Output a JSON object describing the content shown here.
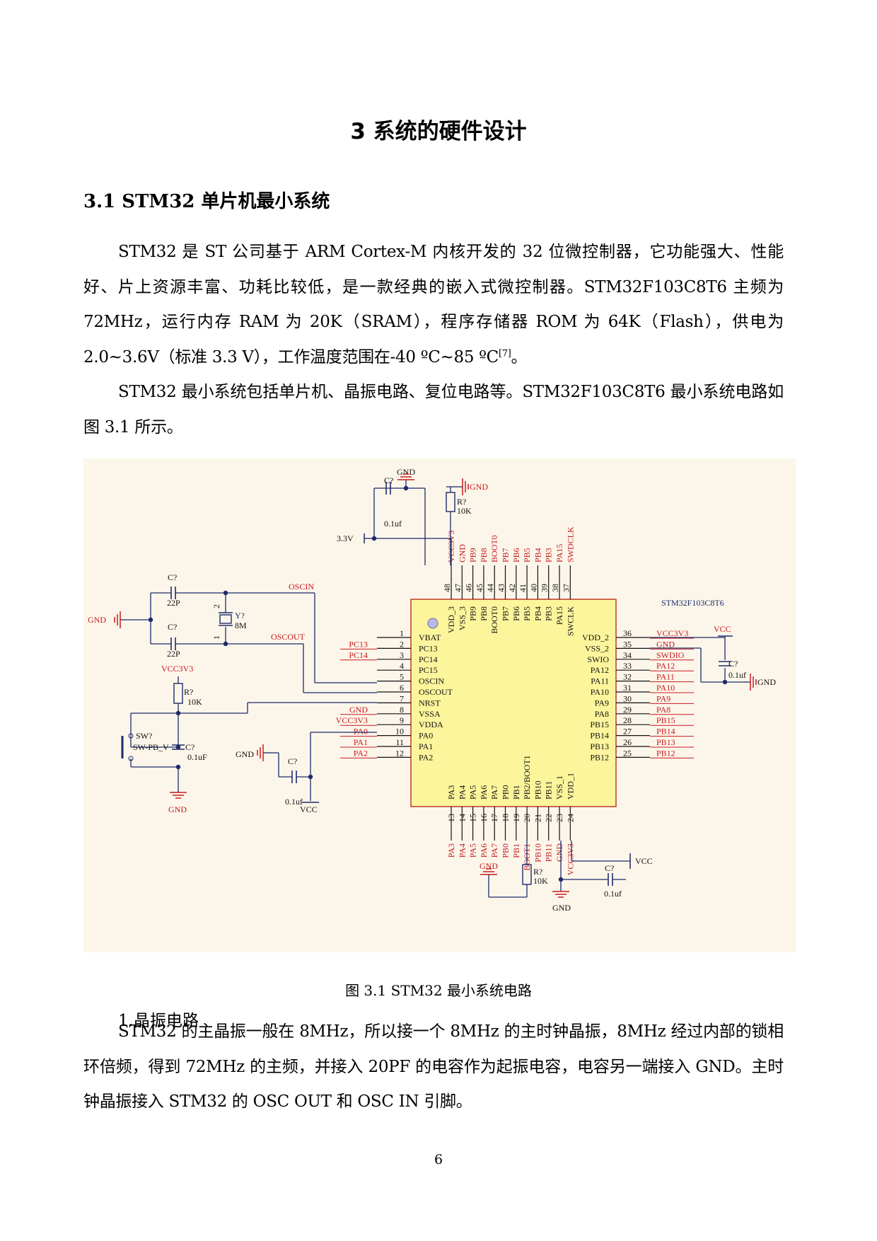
{
  "chapter_title": "3 系统的硬件设计",
  "section_title": "3.1 STM32 单片机最小系统",
  "para1_line1": "STM32 是 ST 公司基于 ARM Cortex-M 内核开发的 32 位微控制器，它功能强大、性能好、片上资源丰富、功耗比较低，是一款经典的嵌入式微控制器。STM32F103C8T6 主频为72MHz，运行内存 RAM 为 20K（SRAM），程序存储器 ROM 为 64K（Flash），供电为 2.0~3.6V（标准 3.3 V），工作温度范围在-40 ºC~85 ºC",
  "para1_cite": "[7]",
  "para1_end": "。",
  "para2": "STM32 最小系统包括单片机、晶振电路、复位电路等。STM32F103C8T6 最小系统电路如图 3.1 所示。",
  "caption": "图 3.1 STM32 最小系统电路",
  "subheading": "1.晶振电路",
  "para3": "STM32 的主晶振一般在 8MHz，所以接一个 8MHz 的主时钟晶振，8MHz 经过内部的锁相环倍频，得到 72MHz 的主频，并接入 20PF 的电容作为起振电容，电容另一端接入 GND。主时钟晶振接入 STM32 的 OSC OUT 和 OSC IN 引脚。",
  "page_number": "6",
  "schematic": {
    "chip_name": "STM32F103C8T6",
    "colors": {
      "background": "#fcf6ea",
      "chip_fill": "#fcf59c",
      "chip_border": "#c0392b",
      "net_label": "#c8191e",
      "wire": "#1d2a6b",
      "pin": "#111111"
    },
    "left_pins": [
      {
        "num": "1",
        "name": "VBAT",
        "net": ""
      },
      {
        "num": "2",
        "name": "PC13",
        "net": "PC13"
      },
      {
        "num": "3",
        "name": "PC14",
        "net": "PC14"
      },
      {
        "num": "4",
        "name": "PC15",
        "net": ""
      },
      {
        "num": "5",
        "name": "OSCIN",
        "net": ""
      },
      {
        "num": "6",
        "name": "OSCOUT",
        "net": ""
      },
      {
        "num": "7",
        "name": "NRST",
        "net": ""
      },
      {
        "num": "8",
        "name": "VSSA",
        "net": "GND"
      },
      {
        "num": "9",
        "name": "VDDA",
        "net": "VCC3V3"
      },
      {
        "num": "10",
        "name": "PA0",
        "net": "PA0"
      },
      {
        "num": "11",
        "name": "PA1",
        "net": "PA1"
      },
      {
        "num": "12",
        "name": "PA2",
        "net": "PA2"
      }
    ],
    "right_pins": [
      {
        "num": "36",
        "name": "VDD_2",
        "net": "VCC3V3"
      },
      {
        "num": "35",
        "name": "VSS_2",
        "net": "GND"
      },
      {
        "num": "34",
        "name": "SWIO",
        "net": "SWDIO"
      },
      {
        "num": "33",
        "name": "PA12",
        "net": "PA12"
      },
      {
        "num": "32",
        "name": "PA11",
        "net": "PA11"
      },
      {
        "num": "31",
        "name": "PA10",
        "net": "PA10"
      },
      {
        "num": "30",
        "name": "PA9",
        "net": "PA9"
      },
      {
        "num": "29",
        "name": "PA8",
        "net": "PA8"
      },
      {
        "num": "28",
        "name": "PB15",
        "net": "PB15"
      },
      {
        "num": "27",
        "name": "PB14",
        "net": "PB14"
      },
      {
        "num": "26",
        "name": "PB13",
        "net": "PB13"
      },
      {
        "num": "25",
        "name": "PB12",
        "net": "PB12"
      }
    ],
    "top_pins": [
      {
        "num": "48",
        "name": "VDD_3",
        "net": "VCC3V3"
      },
      {
        "num": "47",
        "name": "VSS_3",
        "net": "GND"
      },
      {
        "num": "46",
        "name": "PB9",
        "net": "PB9"
      },
      {
        "num": "45",
        "name": "PB8",
        "net": "PB8"
      },
      {
        "num": "44",
        "name": "BOOT0",
        "net": "BOOT0"
      },
      {
        "num": "43",
        "name": "PB7",
        "net": "PB7"
      },
      {
        "num": "42",
        "name": "PB6",
        "net": "PB6"
      },
      {
        "num": "41",
        "name": "PB5",
        "net": "PB5"
      },
      {
        "num": "40",
        "name": "PB4",
        "net": "PB4"
      },
      {
        "num": "39",
        "name": "PB3",
        "net": "PB3"
      },
      {
        "num": "38",
        "name": "PA15",
        "net": "PA15"
      },
      {
        "num": "37",
        "name": "SWCLK",
        "net": "SWDCLK"
      }
    ],
    "bottom_pins": [
      {
        "num": "13",
        "name": "PA3",
        "net": "PA3"
      },
      {
        "num": "14",
        "name": "PA4",
        "net": "PA4"
      },
      {
        "num": "15",
        "name": "PA5",
        "net": "PA5"
      },
      {
        "num": "16",
        "name": "PA6",
        "net": "PA6"
      },
      {
        "num": "17",
        "name": "PA7",
        "net": "PA7"
      },
      {
        "num": "18",
        "name": "PB0",
        "net": "PB0"
      },
      {
        "num": "19",
        "name": "PB1",
        "net": "PB1"
      },
      {
        "num": "20",
        "name": "PB2/BOOT1",
        "net": "BOOT1"
      },
      {
        "num": "21",
        "name": "PB10",
        "net": "PB10"
      },
      {
        "num": "22",
        "name": "PB11",
        "net": "PB11"
      },
      {
        "num": "23",
        "name": "VSS_1",
        "net": "GND"
      },
      {
        "num": "24",
        "name": "VDD_1",
        "net": "VCC3V3"
      }
    ],
    "labels": {
      "gnd": "GND",
      "vcc": "VCC",
      "vcc3v3": "VCC3V3",
      "v33": "3.3V",
      "c_ref": "C?",
      "r_ref": "R?",
      "y_ref": "Y?",
      "sw_ref": "SW?",
      "sw_type": "SW-PB_V",
      "cap_01uf": "0.1uf",
      "cap_01uF": "0.1uF",
      "cap_22p": "22P",
      "res_10k": "10K",
      "xtal_8m": "8M",
      "oscin": "OSCIN",
      "oscout": "OSCOUT",
      "pin_1": "1",
      "pin_2": "2"
    }
  }
}
